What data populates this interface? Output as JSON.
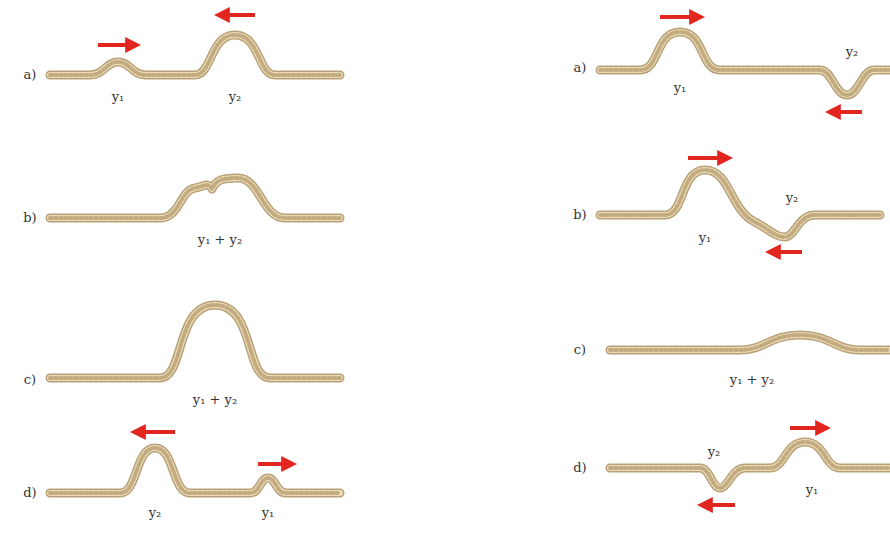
{
  "diagram": {
    "labels": [
      "a)",
      "y₁",
      "y₂",
      "b)",
      "y₁ + y₂",
      "c)",
      "y₁ + y₂",
      "d)",
      "y₂",
      "y₁",
      "a)",
      "y₁",
      "y₂",
      "b)",
      "y₁",
      "y₂",
      "c)",
      "y₁ + y₂",
      "d)",
      "y₂",
      "y₁"
    ]
  }
}
